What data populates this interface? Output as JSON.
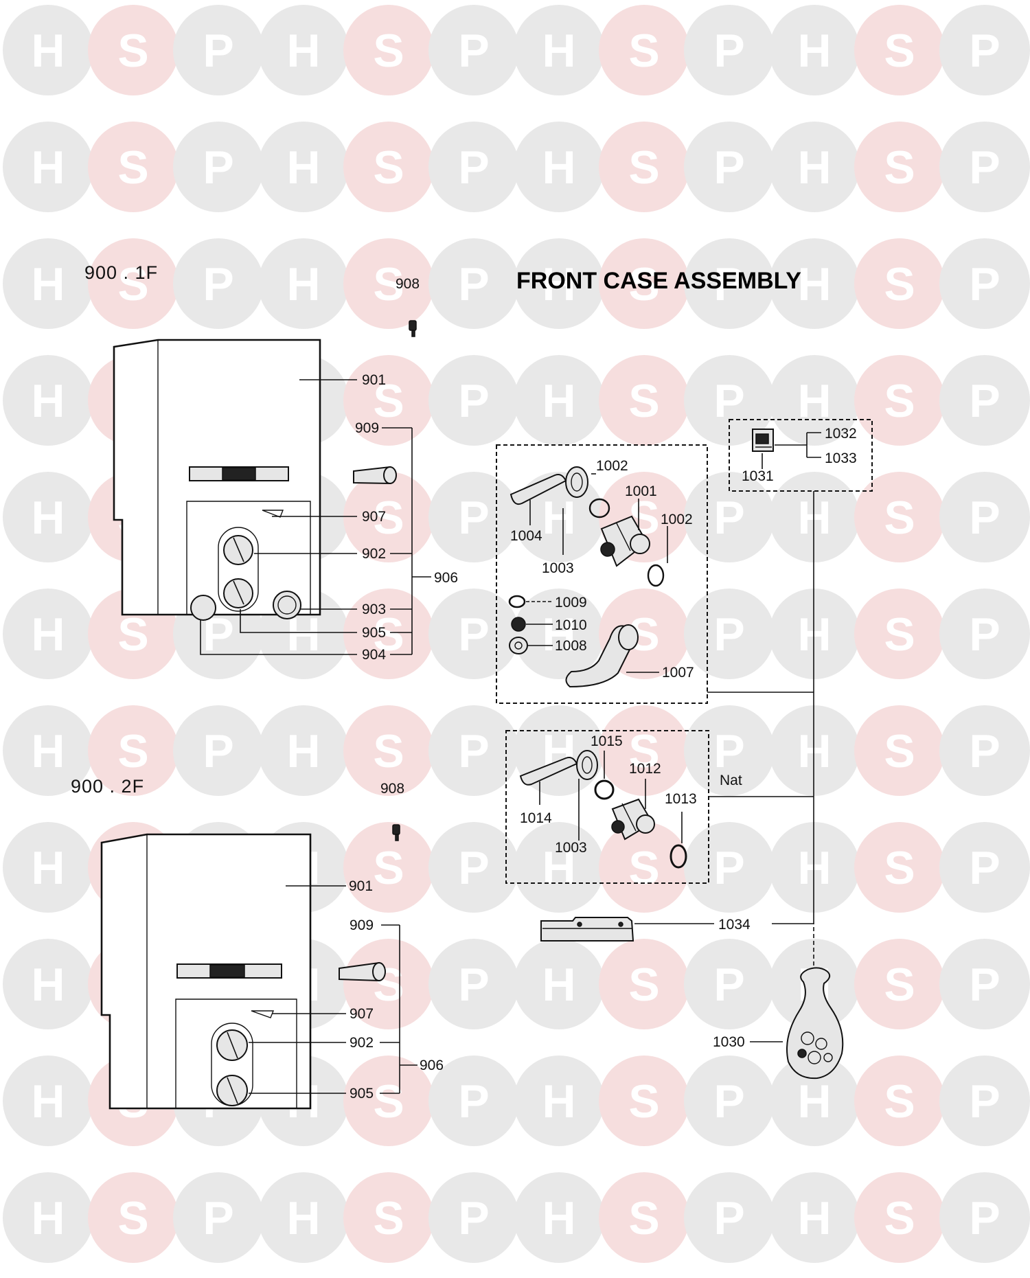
{
  "title": "FRONT CASE ASSEMBLY",
  "watermark": {
    "letters": [
      "H",
      "S",
      "P"
    ],
    "colors": {
      "h": "#e8e8e8",
      "s": "#f6dede",
      "p": "#e8e8e8"
    }
  },
  "models": {
    "upper": "900 . 1F",
    "lower": "900 . 2F"
  },
  "upper_labels": {
    "p908": "908",
    "p901": "901",
    "p909": "909",
    "p907": "907",
    "p902": "902",
    "p906": "906",
    "p903": "903",
    "p905": "905",
    "p904": "904"
  },
  "lower_labels": {
    "p908": "908",
    "p901": "901",
    "p909": "909",
    "p907": "907",
    "p902": "902",
    "p906": "906",
    "p905": "905"
  },
  "kit_labels": {
    "p1031": "1031",
    "p1032": "1032",
    "p1033": "1033",
    "p1002a": "1002",
    "p1001": "1001",
    "p1002b": "1002",
    "p1004": "1004",
    "p1003a": "1003",
    "p1009": "1009",
    "p1010": "1010",
    "p1008": "1008",
    "p1007": "1007",
    "p1015": "1015",
    "p1012": "1012",
    "p1013": "1013",
    "p1014": "1014",
    "p1003b": "1003",
    "nat": "Nat",
    "p1034": "1034",
    "p1030": "1030"
  }
}
